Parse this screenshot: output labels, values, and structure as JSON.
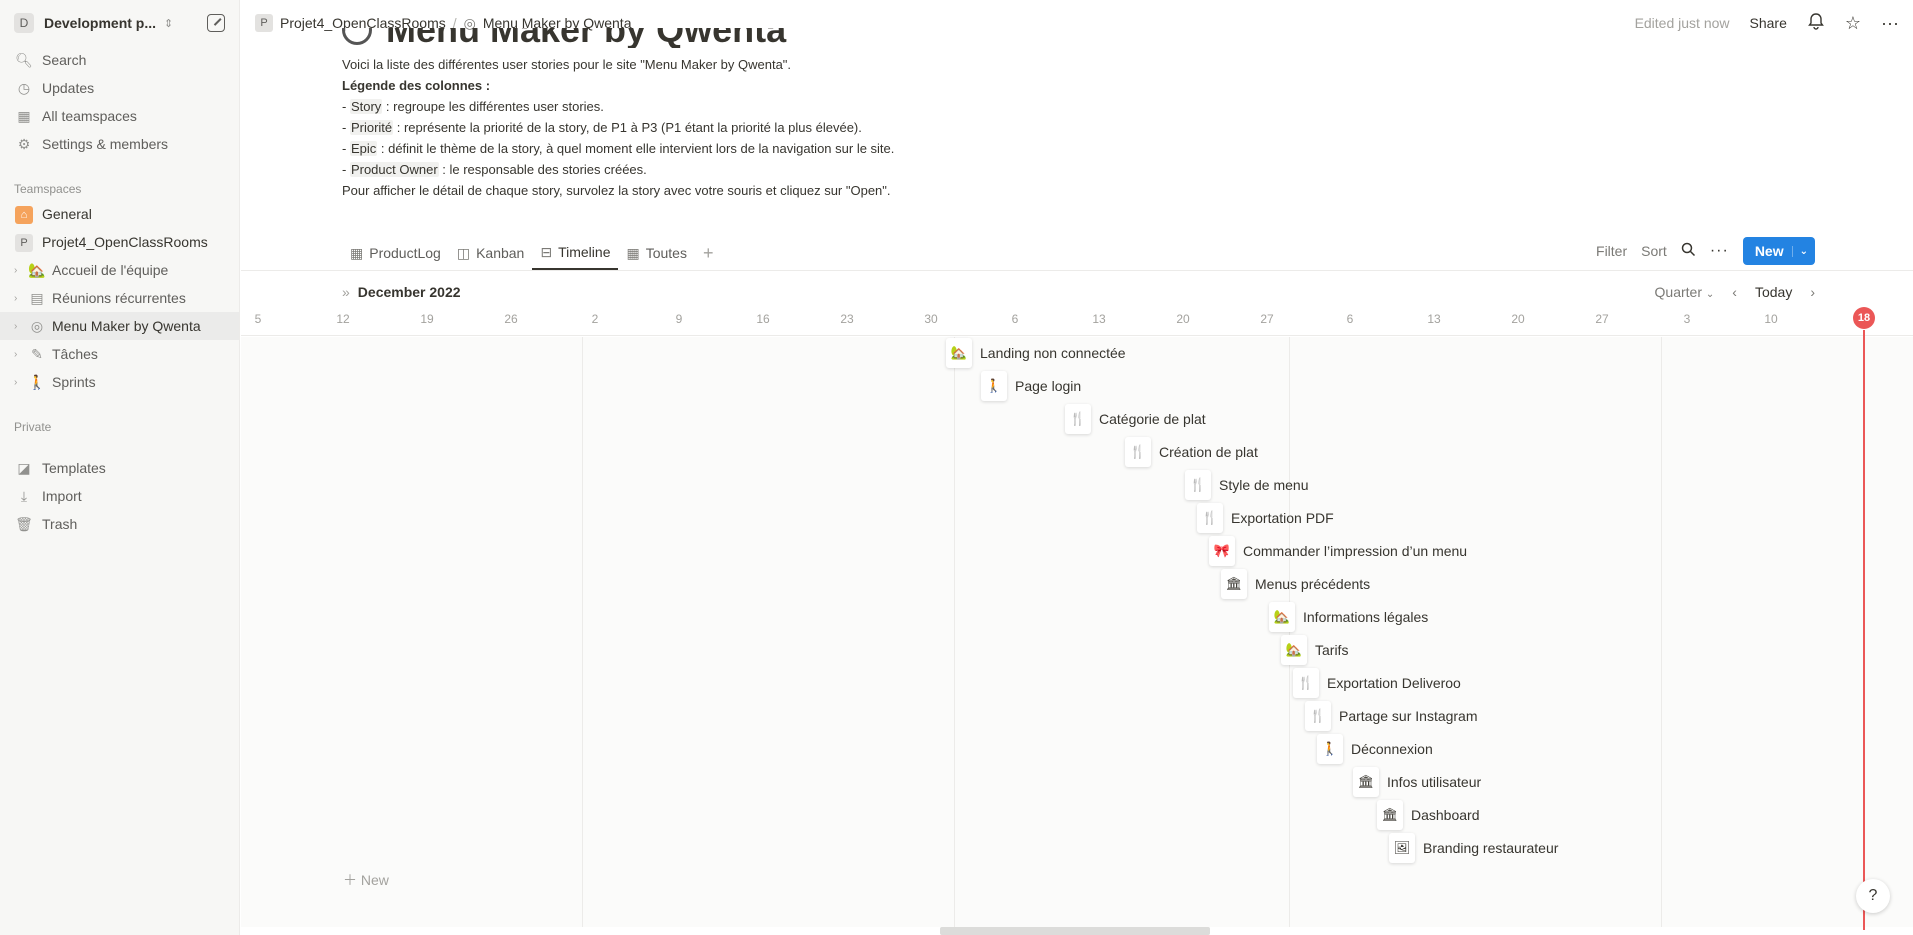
{
  "workspace": {
    "initial": "D",
    "name": "Development p..."
  },
  "sidebar": {
    "nav": [
      {
        "label": "Search",
        "icon": "🔍︎"
      },
      {
        "label": "Updates",
        "icon": "◷"
      },
      {
        "label": "All teamspaces",
        "icon": "▦"
      },
      {
        "label": "Settings & members",
        "icon": "⚙"
      }
    ],
    "teamspaces_label": "Teamspaces",
    "teamspaces": [
      {
        "label": "General",
        "icon": "⌂"
      },
      {
        "label": "Projet4_OpenClassRooms",
        "icon": "P"
      }
    ],
    "pages": [
      {
        "label": "Accueil de l'équipe",
        "icon": "🏡"
      },
      {
        "label": "Réunions récurrentes",
        "icon": "▤"
      },
      {
        "label": "Menu Maker by Qwenta",
        "icon": "◎"
      },
      {
        "label": "Tâches",
        "icon": "✎"
      },
      {
        "label": "Sprints",
        "icon": "🚶"
      }
    ],
    "private_label": "Private",
    "bottom": [
      {
        "label": "Templates",
        "icon": "◪"
      },
      {
        "label": "Import",
        "icon": "⤓"
      },
      {
        "label": "Trash",
        "icon": "🗑"
      }
    ]
  },
  "topbar": {
    "crumb1": "Projet4_OpenClassRooms",
    "crumb1_icon": "P",
    "sep": "/",
    "crumb2": "Menu Maker by Qwenta",
    "crumb2_icon": "◎",
    "edited": "Edited just now",
    "share": "Share"
  },
  "page": {
    "title": "Menu Maker by Qwenta",
    "intro": "Voici la liste des différentes user stories pour le site \"Menu Maker by Qwenta\".",
    "legend_title": "Légende des colonnes :",
    "legend": [
      {
        "dash": "- ",
        "key": "Story",
        "text": " : regroupe les différentes user stories."
      },
      {
        "dash": "- ",
        "key": "Priorité",
        "text": " : représente la priorité de la story, de P1 à P3 (P1 étant la priorité la plus élevée)."
      },
      {
        "dash": "- ",
        "key": "Epic",
        "text": " : définit le thème de la story, à quel moment elle intervient lors de la navigation sur le site."
      },
      {
        "dash": "- ",
        "key": "Product Owner",
        "text": " : le responsable des stories créées."
      }
    ],
    "outro": "Pour afficher le détail de chaque story, survolez la story avec votre souris et cliquez sur \"Open\"."
  },
  "views": [
    {
      "label": "ProductLog",
      "icon": "▦"
    },
    {
      "label": "Kanban",
      "icon": "◫"
    },
    {
      "label": "Timeline",
      "icon": "⊟"
    },
    {
      "label": "Toutes",
      "icon": "▦"
    }
  ],
  "view_actions": {
    "filter": "Filter",
    "sort": "Sort",
    "new": "New"
  },
  "timeline": {
    "month": "December 2022",
    "scale": "Quarter",
    "today": "Today",
    "today_day": "18",
    "days": [
      "5",
      "12",
      "19",
      "26",
      "2",
      "9",
      "16",
      "23",
      "30",
      "6",
      "13",
      "20",
      "27",
      "6",
      "13",
      "20",
      "27",
      "3",
      "10"
    ],
    "items": [
      {
        "label": "Landing non connectée",
        "icon": "🏡"
      },
      {
        "label": "Page login",
        "icon": "🚶"
      },
      {
        "label": "Catégorie de plat",
        "icon": "🍴"
      },
      {
        "label": "Création de plat",
        "icon": "🍴"
      },
      {
        "label": "Style de menu",
        "icon": "🍴"
      },
      {
        "label": "Exportation PDF",
        "icon": "🍴"
      },
      {
        "label": "Commander l’impression d’un menu",
        "icon": "🎀"
      },
      {
        "label": "Menus précédents",
        "icon": "🏛"
      },
      {
        "label": "Informations légales",
        "icon": "🏡"
      },
      {
        "label": "Tarifs",
        "icon": "🏡"
      },
      {
        "label": "Exportation Deliveroo",
        "icon": "🍴"
      },
      {
        "label": "Partage sur Instagram",
        "icon": "🍴"
      },
      {
        "label": "Déconnexion",
        "icon": "🚶"
      },
      {
        "label": "Infos utilisateur",
        "icon": "🏛"
      },
      {
        "label": "Dashboard",
        "icon": "🏛"
      },
      {
        "label": "Branding restaurateur",
        "icon": "🖼"
      }
    ],
    "new_label": "New"
  },
  "help": "?"
}
